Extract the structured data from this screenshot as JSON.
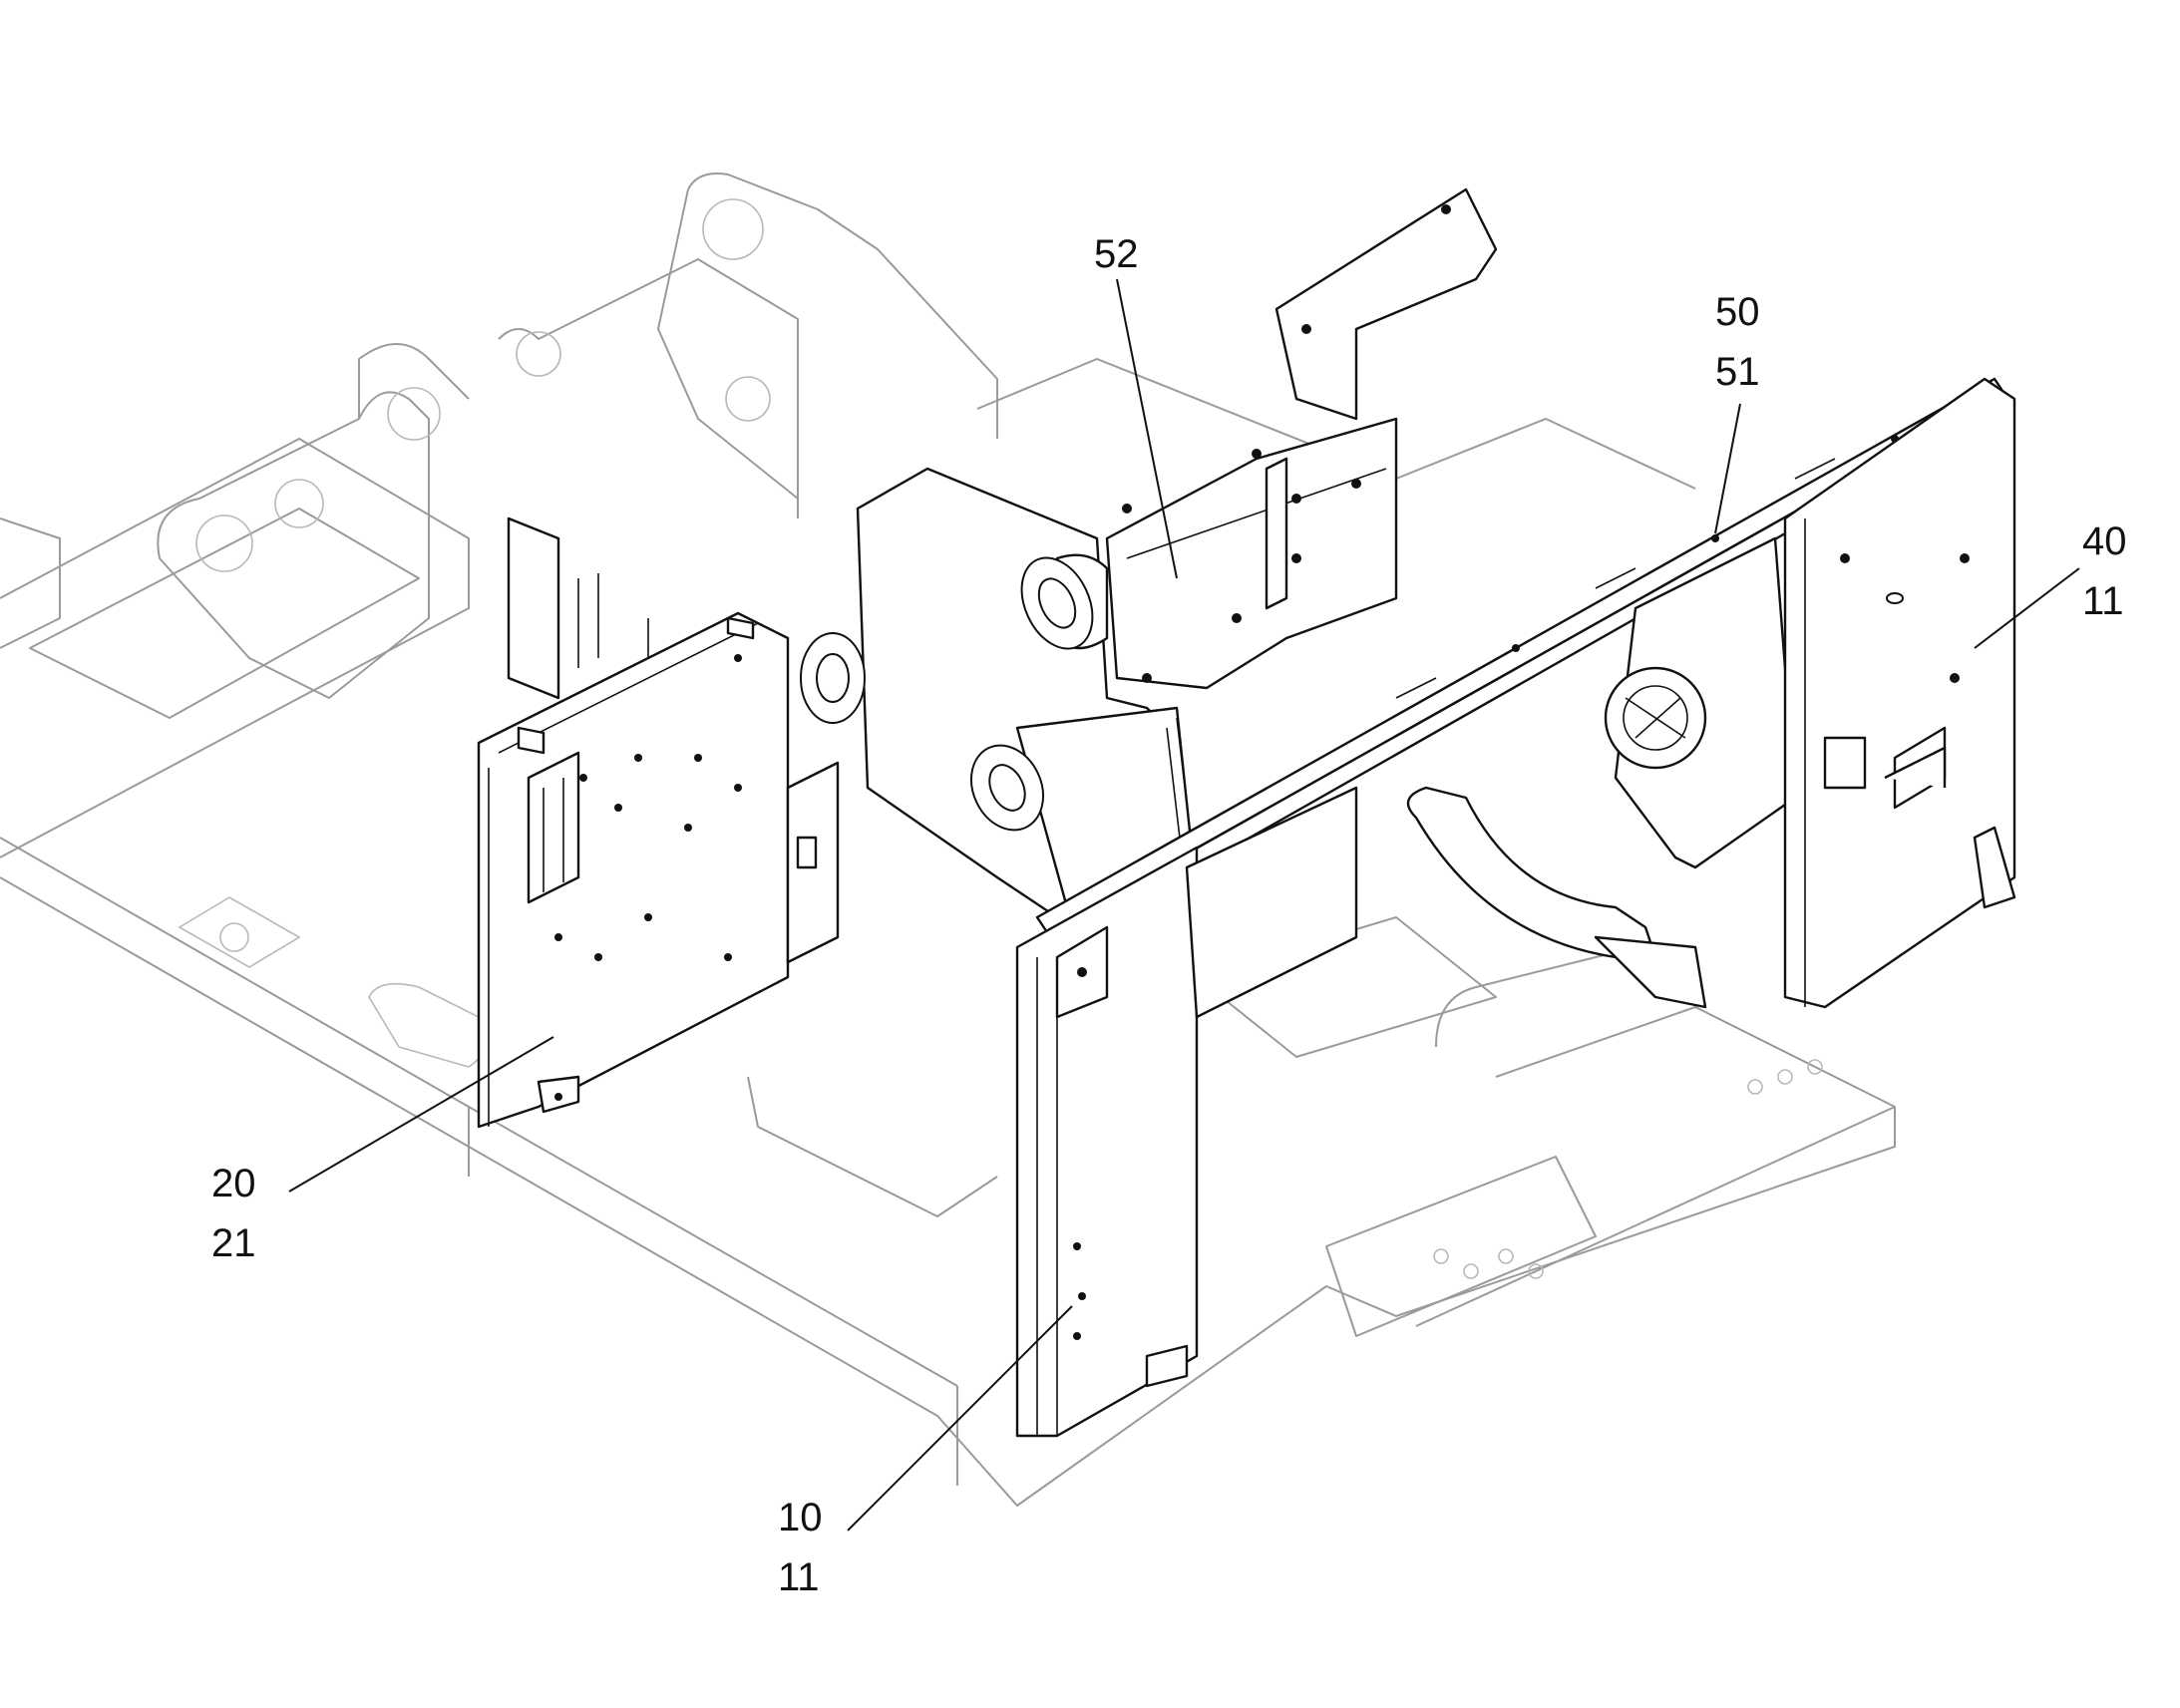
{
  "callouts": [
    {
      "id": "52",
      "lines": [
        "52"
      ]
    },
    {
      "id": "50-51",
      "lines": [
        "50",
        "51"
      ]
    },
    {
      "id": "40-11",
      "lines": [
        "40",
        "11"
      ]
    },
    {
      "id": "20-21",
      "lines": [
        "20",
        "21"
      ]
    },
    {
      "id": "10-11",
      "lines": [
        "10",
        "11"
      ]
    }
  ],
  "colors": {
    "part_outline": "#111111",
    "frame_outline": "#9a9a9a",
    "background": "#ffffff"
  }
}
